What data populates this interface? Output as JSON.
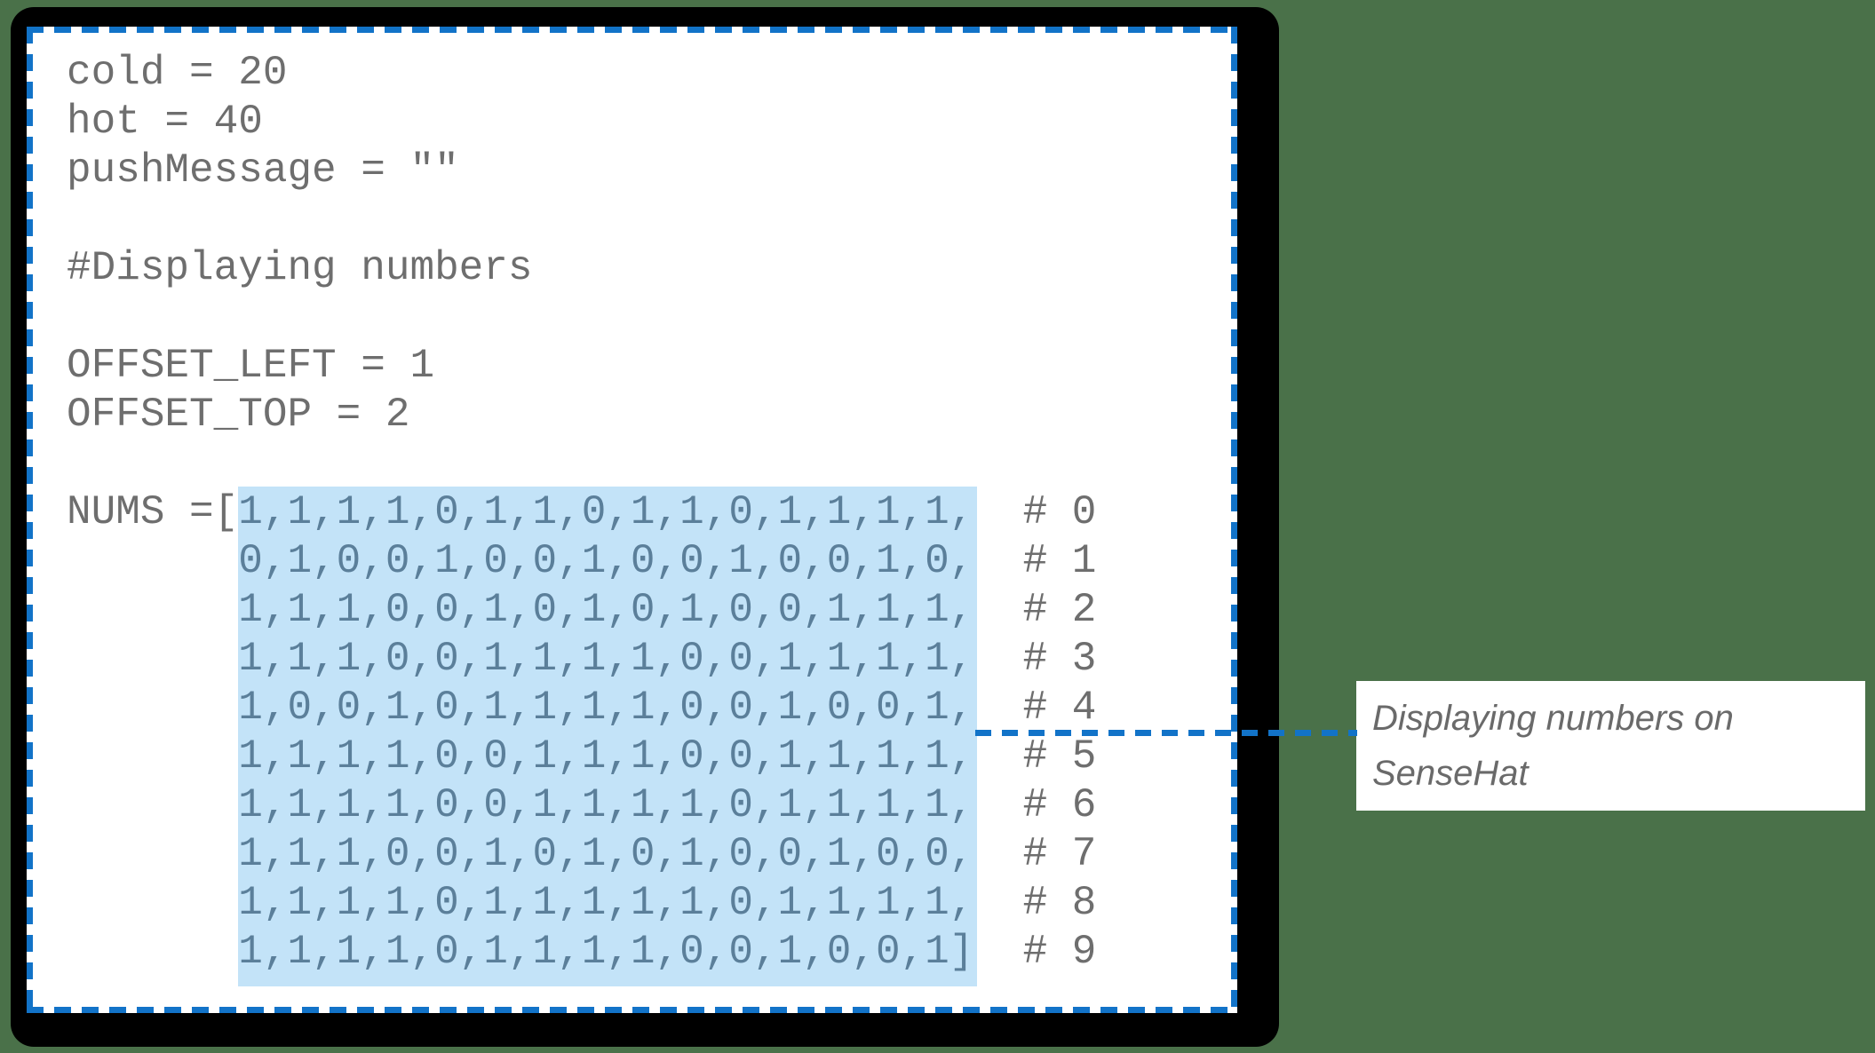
{
  "colors": {
    "background_green": "#4A7149",
    "card_background": "#FFFFFF",
    "shadow_frame": "#000000",
    "dashed_border_blue": "#1273C8",
    "code_text_gray": "#6E6E6E",
    "nums_digits_blue_gray": "#5B7F9A",
    "nums_highlight_blue": "#C3E3F8",
    "callout_text_gray": "#6A6A6A"
  },
  "code": {
    "top_lines": [
      "cold = 20",
      "hot = 40",
      "pushMessage = \"\"",
      "",
      "#Displaying numbers",
      "",
      "OFFSET_LEFT = 1",
      "OFFSET_TOP = 2",
      ""
    ],
    "nums_label": "NUMS =[",
    "comment_gap": "  ",
    "nums_rows": [
      {
        "cells": "1,1,1,1,0,1,1,0,1,1,0,1,1,1,1,",
        "comment": "# 0"
      },
      {
        "cells": "0,1,0,0,1,0,0,1,0,0,1,0,0,1,0,",
        "comment": "# 1"
      },
      {
        "cells": "1,1,1,0,0,1,0,1,0,1,0,0,1,1,1,",
        "comment": "# 2"
      },
      {
        "cells": "1,1,1,0,0,1,1,1,1,0,0,1,1,1,1,",
        "comment": "# 3"
      },
      {
        "cells": "1,0,0,1,0,1,1,1,1,0,0,1,0,0,1,",
        "comment": "# 4"
      },
      {
        "cells": "1,1,1,1,0,0,1,1,1,0,0,1,1,1,1,",
        "comment": "# 5"
      },
      {
        "cells": "1,1,1,1,0,0,1,1,1,1,0,1,1,1,1,",
        "comment": "# 6"
      },
      {
        "cells": "1,1,1,0,0,1,0,1,0,1,0,0,1,0,0,",
        "comment": "# 7"
      },
      {
        "cells": "1,1,1,1,0,1,1,1,1,1,0,1,1,1,1,",
        "comment": "# 8"
      },
      {
        "cells": "1,1,1,1,0,1,1,1,1,0,0,1,0,0,1]",
        "comment": "# 9"
      }
    ]
  },
  "annotation": {
    "line1": "Displaying numbers on",
    "line2": "SenseHat"
  }
}
